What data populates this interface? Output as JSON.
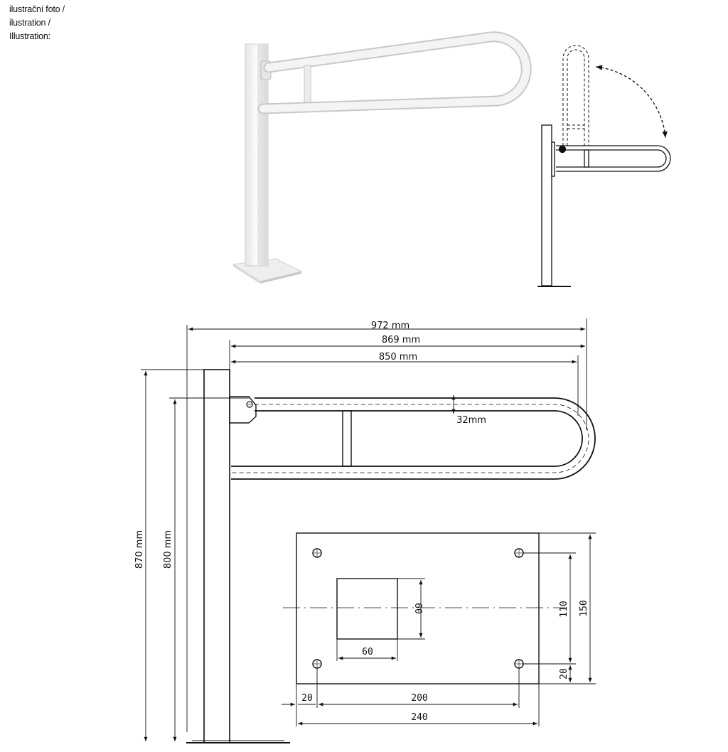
{
  "caption": {
    "line1": "ilustrační foto /",
    "line2": "ilustration /",
    "line3": "Illustration:"
  },
  "dimensions": {
    "overall_width": "972 mm",
    "width_869": "869 mm",
    "width_850": "850 mm",
    "tube_diameter": "32mm",
    "height_870": "870 mm",
    "height_800": "800 mm"
  },
  "base_plate": {
    "hole_spacing_vertical": "110",
    "plate_height": "150",
    "edge_offset_vertical": "20",
    "square_height": "60",
    "square_width": "60",
    "edge_offset_horizontal": "20",
    "hole_spacing_horizontal": "200",
    "plate_width": "240"
  },
  "colors": {
    "line": "#111111",
    "render_body": "#f2f2f2",
    "render_shadow": "#c9c9c9"
  }
}
